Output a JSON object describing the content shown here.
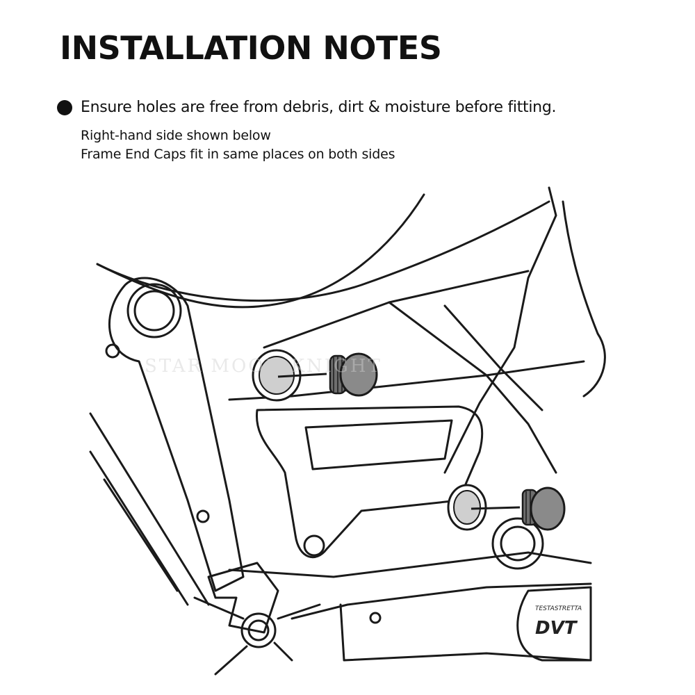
{
  "title": "INSTALLATION NOTES",
  "bullet_text": "Ensure holes are free from debris, dirt & moisture before fitting.",
  "sub_lines": [
    "Right-hand side shown below",
    "Frame End Caps fit in same places on both sides"
  ],
  "diagram": {
    "watermark": "STAR MOON KNIGHT",
    "engine_badge_top": "TESTASTRETTA",
    "engine_badge_main": "DVT",
    "colors": {
      "line": "#1a1a1a",
      "hole_fill": "#cfcfcf",
      "cap_fill": "#8a8a8a"
    }
  }
}
